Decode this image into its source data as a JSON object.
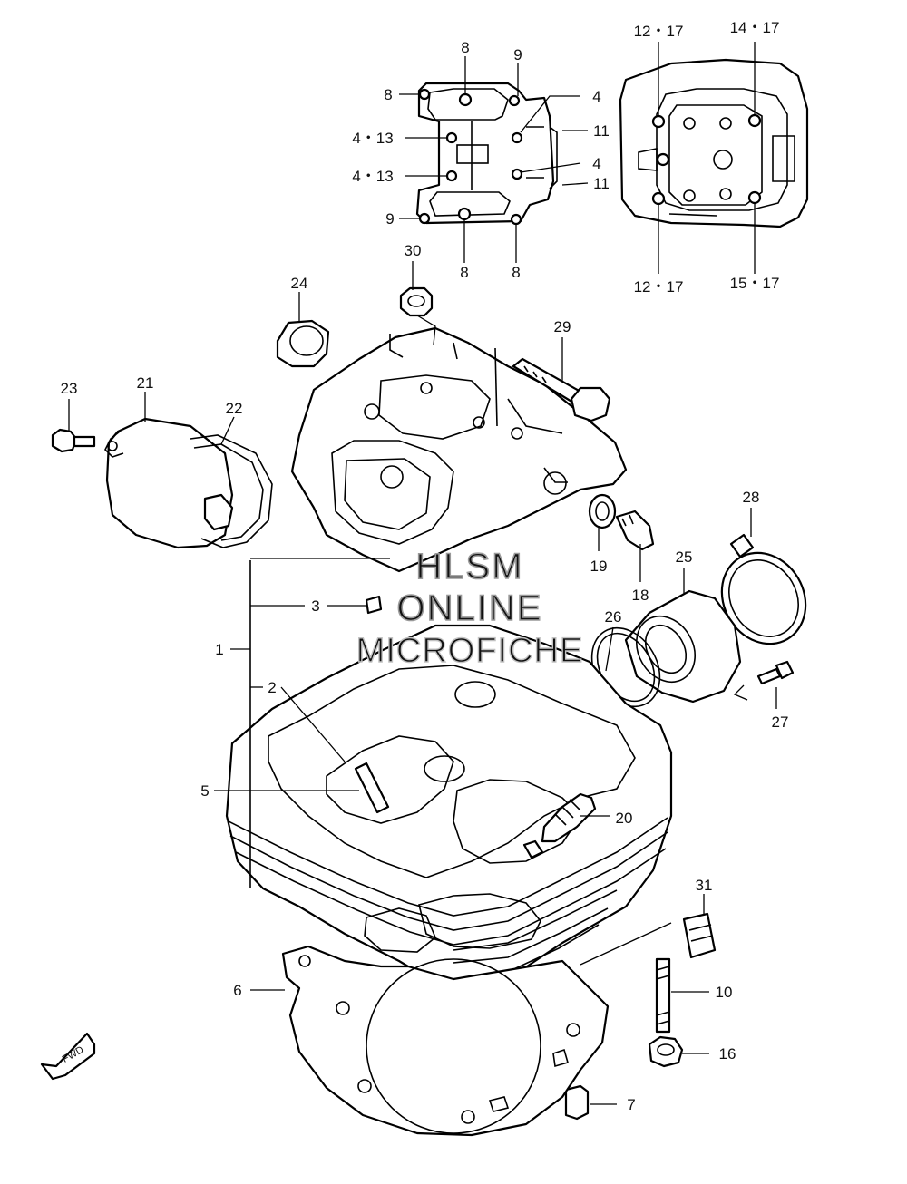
{
  "watermark": {
    "line1": "HLSM",
    "line2": "ONLINE",
    "line3": "MICROFICHE"
  },
  "fwd_label": "FWD",
  "callouts": [
    {
      "id": "c8a",
      "text": "8"
    },
    {
      "id": "c9a",
      "text": "9"
    },
    {
      "id": "c8b",
      "text": "8"
    },
    {
      "id": "c4a",
      "text": "4"
    },
    {
      "id": "c413a",
      "text": "4・13"
    },
    {
      "id": "c11a",
      "text": "11"
    },
    {
      "id": "c413b",
      "text": "4・13"
    },
    {
      "id": "c4b",
      "text": "4"
    },
    {
      "id": "c11b",
      "text": "11"
    },
    {
      "id": "c9b",
      "text": "9"
    },
    {
      "id": "c8c",
      "text": "8"
    },
    {
      "id": "c8d",
      "text": "8"
    },
    {
      "id": "c1217a",
      "text": "12・17"
    },
    {
      "id": "c1417",
      "text": "14・17"
    },
    {
      "id": "c1217b",
      "text": "12・17"
    },
    {
      "id": "c1517",
      "text": "15・17"
    },
    {
      "id": "c30",
      "text": "30"
    },
    {
      "id": "c24",
      "text": "24"
    },
    {
      "id": "c29",
      "text": "29"
    },
    {
      "id": "c23",
      "text": "23"
    },
    {
      "id": "c21",
      "text": "21"
    },
    {
      "id": "c22",
      "text": "22"
    },
    {
      "id": "c28",
      "text": "28"
    },
    {
      "id": "c19",
      "text": "19"
    },
    {
      "id": "c18",
      "text": "18"
    },
    {
      "id": "c25",
      "text": "25"
    },
    {
      "id": "c3",
      "text": "3"
    },
    {
      "id": "c26",
      "text": "26"
    },
    {
      "id": "c1",
      "text": "1"
    },
    {
      "id": "c2",
      "text": "2"
    },
    {
      "id": "c27",
      "text": "27"
    },
    {
      "id": "c5",
      "text": "5"
    },
    {
      "id": "c20",
      "text": "20"
    },
    {
      "id": "c31",
      "text": "31"
    },
    {
      "id": "c6",
      "text": "6"
    },
    {
      "id": "c10",
      "text": "10"
    },
    {
      "id": "c16",
      "text": "16"
    },
    {
      "id": "c7",
      "text": "7"
    }
  ]
}
